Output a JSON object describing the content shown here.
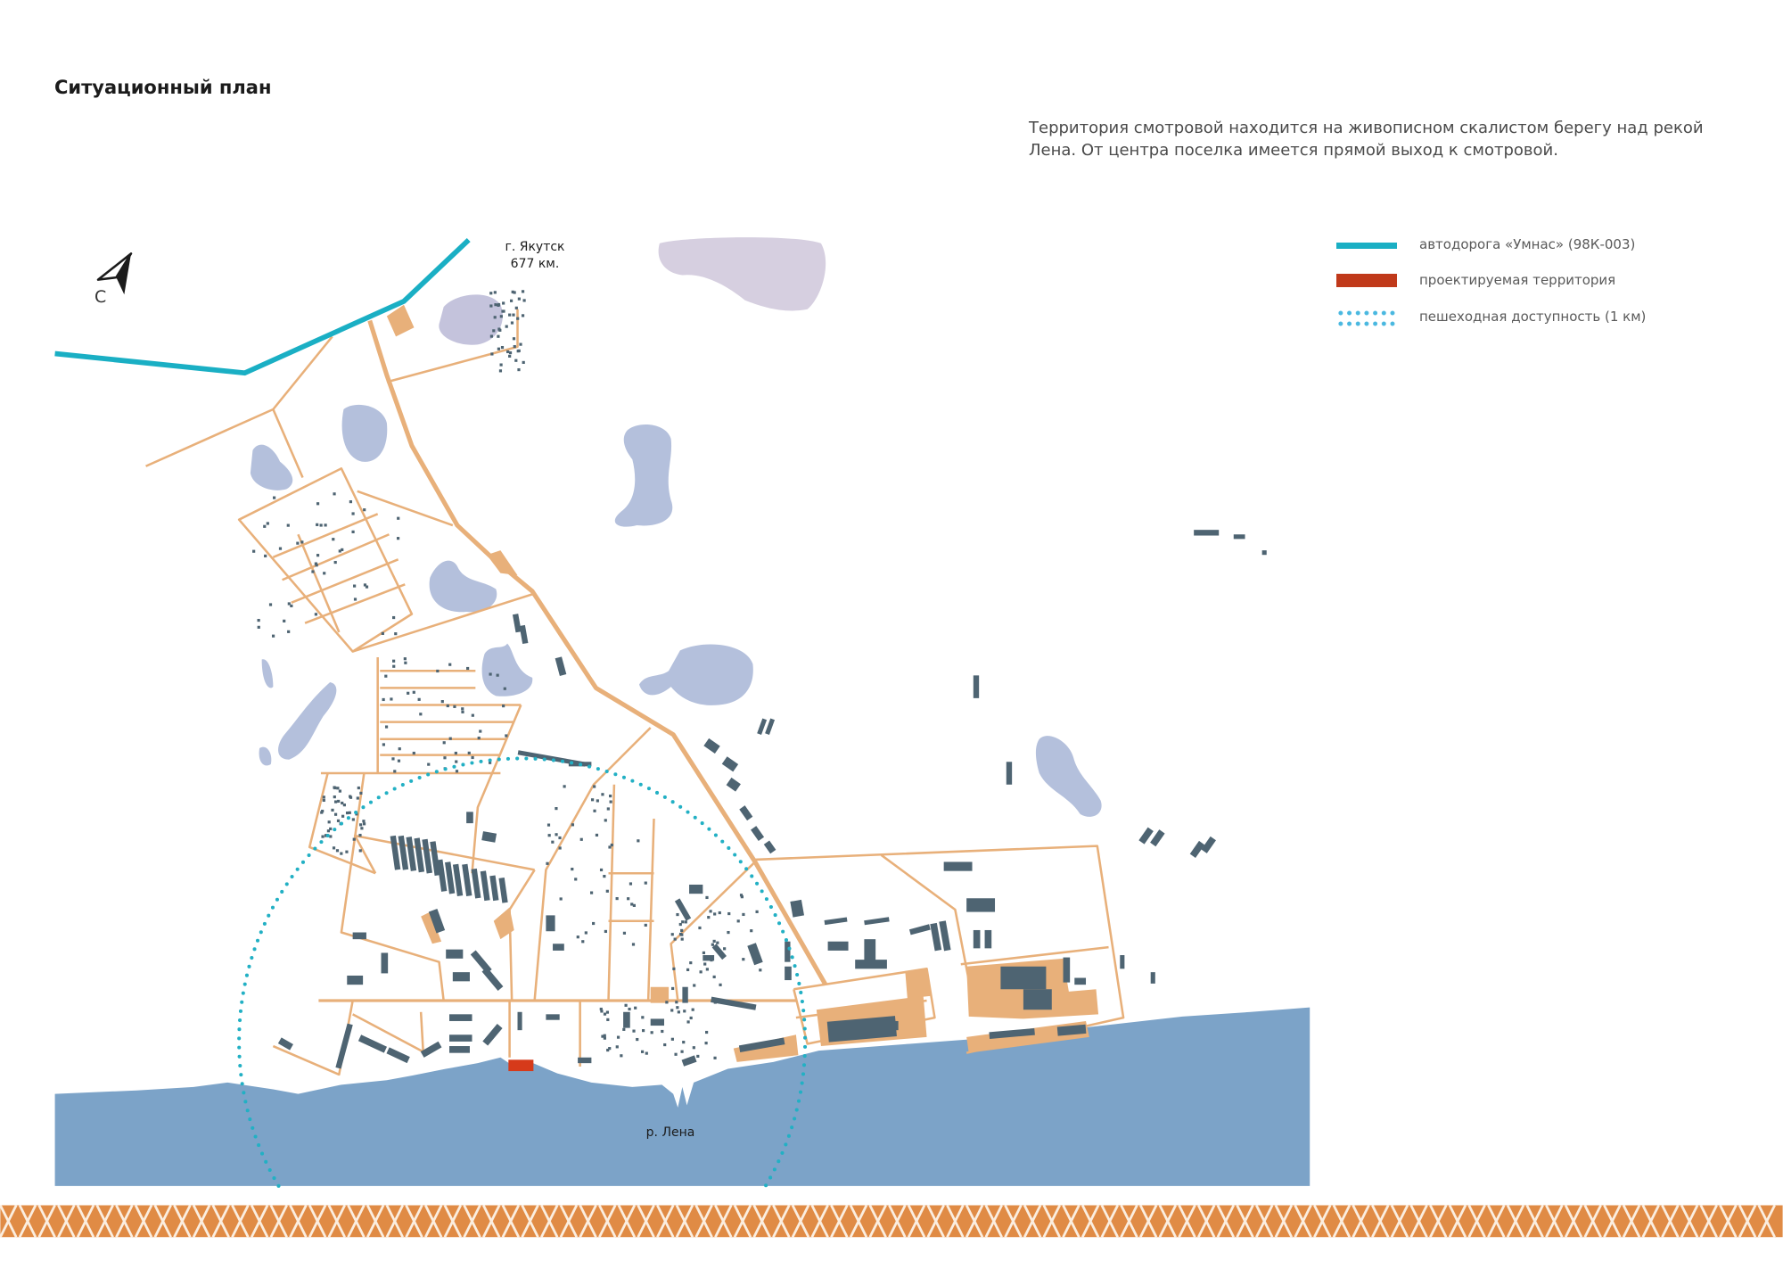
{
  "page": {
    "title": "Ситуационный план",
    "description_line1": "Территория смотровой находится на живописном скалистом берегу над рекой",
    "description_line2": "Лена. От центра поселка имеется прямой выход к смотровой."
  },
  "legend": {
    "items": [
      {
        "label": "автодорога «Умнас» (98К-003)",
        "color": "#1aafc4",
        "icon": "teal-line"
      },
      {
        "label": "проектируемая территория",
        "color": "#c0391a",
        "icon": "red-rectangle"
      },
      {
        "label": "пешеходная доступность (1 км)",
        "color": "#4ab8e0",
        "icon": "dotted-rectangle"
      }
    ]
  },
  "map": {
    "compass_letter": "С",
    "city_label_line1": "г. Якутск",
    "city_label_line2": "677 км.",
    "river_label": "р. Лена",
    "colors": {
      "road": "#e8b07a",
      "highway": "#1aafc4",
      "building": "#4e6472",
      "lake": "#b4c0dc",
      "lake_top": "#d6cfe0",
      "river": "#7ca3c8",
      "project_area": "#d63a1a",
      "walk_radius": "#22b0c4",
      "ornament": "#e08b45"
    }
  }
}
